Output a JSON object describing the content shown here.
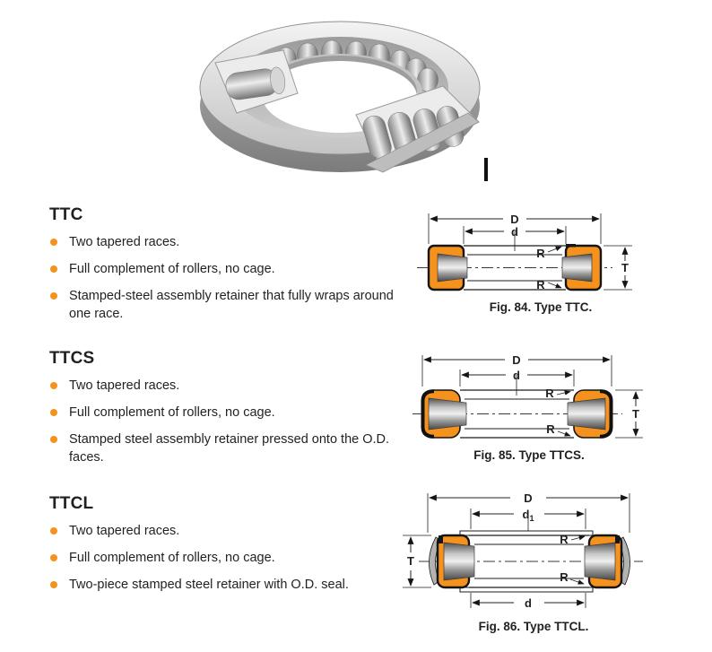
{
  "palette": {
    "accent": "#F5921E",
    "ink": "#231F20"
  },
  "hero": {
    "illustration": "thrust-tapered-roller-bearing-cutaway",
    "mark": "vertical-bar"
  },
  "sections": [
    {
      "heading": "TTC",
      "bullets": [
        "Two tapered races.",
        "Full complement of rollers, no cage.",
        "Stamped-steel assembly retainer that fully wraps around one race."
      ],
      "figure": {
        "caption": "Fig. 84. Type TTC.",
        "dims": {
          "D": "D",
          "d": "d",
          "R": "R",
          "T": "T"
        }
      }
    },
    {
      "heading": "TTCS",
      "bullets": [
        "Two tapered races.",
        "Full complement of rollers, no cage.",
        "Stamped steel assembly retainer pressed onto the O.D. faces."
      ],
      "figure": {
        "caption": "Fig. 85. Type TTCS.",
        "dims": {
          "D": "D",
          "d": "d",
          "R": "R",
          "T": "T"
        }
      }
    },
    {
      "heading": "TTCL",
      "bullets": [
        "Two tapered races.",
        "Full complement of rollers, no cage.",
        "Two-piece stamped steel retainer with O.D. seal."
      ],
      "figure": {
        "caption": "Fig. 86. Type TTCL.",
        "dims": {
          "D": "D",
          "d1_base": "d",
          "d1_sub": "1",
          "d": "d",
          "R": "R",
          "T": "T"
        }
      }
    }
  ]
}
